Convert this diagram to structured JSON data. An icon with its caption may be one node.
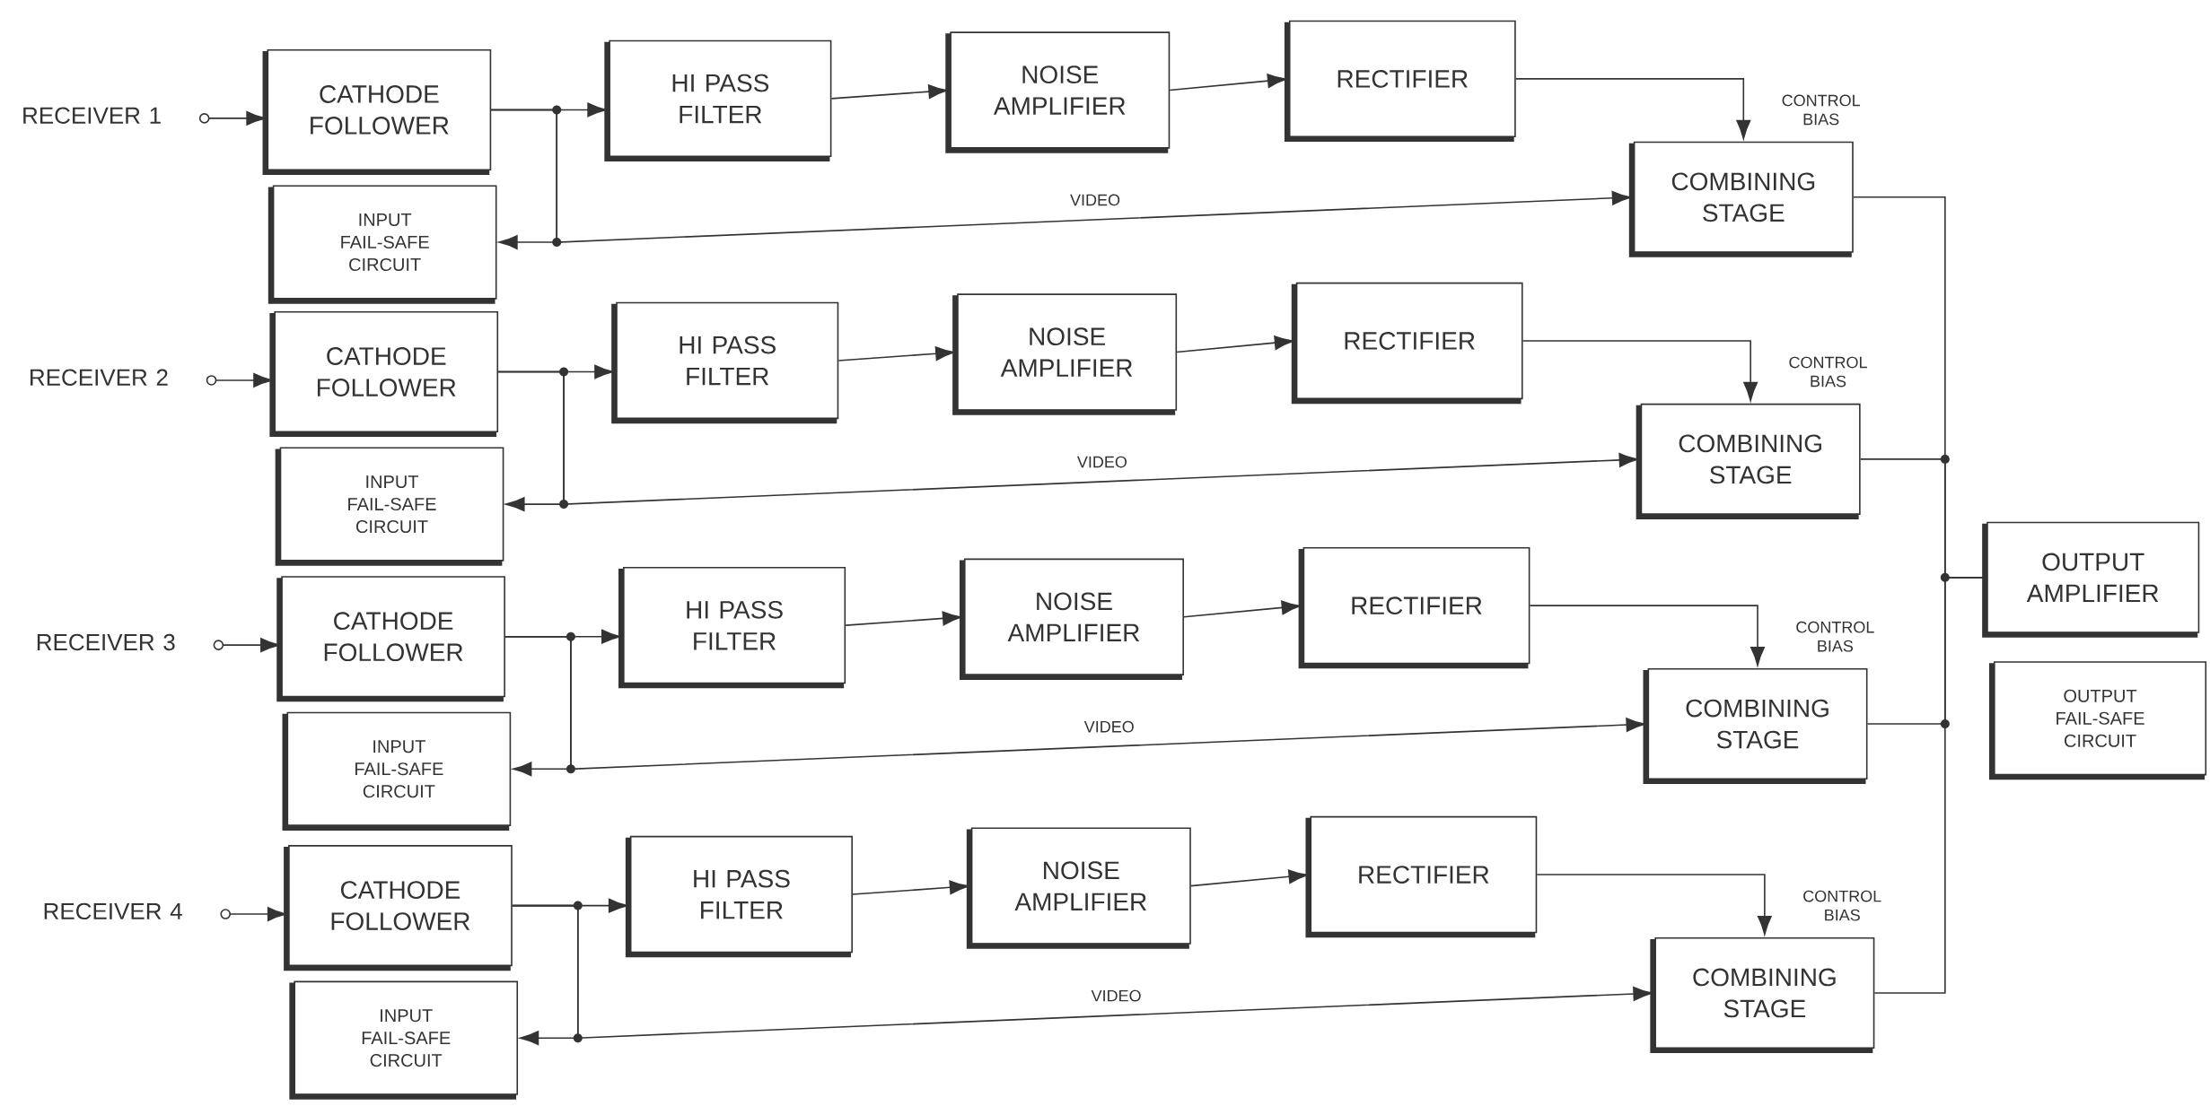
{
  "diagram": {
    "nodes": [
      {
        "text": [
          "RECEIVER 1"
        ]
      },
      {
        "text": [
          "CATHODE FOLLOWER"
        ]
      },
      {
        "text": [
          "HI PASS FILTER"
        ]
      },
      {
        "text": [
          "NOISE AMPLIFIER"
        ]
      },
      {
        "text": [
          "RECTIFIER"
        ]
      },
      {
        "text": [
          "COMBINING STAGE"
        ]
      },
      {
        "text": [
          "INPUT FAIL-SAFE CIRCUIT"
        ]
      },
      {
        "text": [
          "RECEIVER 2"
        ]
      },
      {
        "text": [
          "CATHODE FOLLOWER"
        ]
      },
      {
        "text": [
          "HI PASS FILTER"
        ]
      },
      {
        "text": [
          "NOISE AMPLIFIER"
        ]
      },
      {
        "text": [
          "RECTIFIER"
        ]
      },
      {
        "text": [
          "COMBINING STAGE"
        ]
      },
      {
        "text": [
          "INPUT FAIL-SAFE CIRCUIT"
        ]
      },
      {
        "text": [
          "RECEIVER 3"
        ]
      },
      {
        "text": [
          "CATHODE FOLLOWER"
        ]
      },
      {
        "text": [
          "HI PASS FILTER"
        ]
      },
      {
        "text": [
          "NOISE AMPLIFIER"
        ]
      },
      {
        "text": [
          "RECTIFIER"
        ]
      },
      {
        "text": [
          "COMBINING STAGE"
        ]
      },
      {
        "text": [
          "INPUT FAIL-SAFE CIRCUIT"
        ]
      },
      {
        "text": [
          "RECEIVER 4"
        ]
      },
      {
        "text": [
          "CATHODE FOLLOWER"
        ]
      },
      {
        "text": [
          "HI PASS FILTER"
        ]
      },
      {
        "text": [
          "NOISE AMPLIFIER"
        ]
      },
      {
        "text": [
          "RECTIFIER"
        ]
      },
      {
        "text": [
          "COMBINING STAGE"
        ]
      },
      {
        "text": [
          "INPUT FAIL-SAFE CIRCUIT"
        ]
      },
      {
        "text": [
          "OUTPUT AMPLIFIER"
        ]
      },
      {
        "text": [
          "OUTPUT FAIL-SAFE CIRCUIT"
        ]
      }
    ],
    "edges": [
      {
        "from": 0,
        "to": 1,
        "arrow": "to"
      },
      {
        "from": 1,
        "to": 2,
        "arrow": "to"
      },
      {
        "from": 1,
        "to": 6,
        "arrow": "to"
      },
      {
        "from": 1,
        "to": 5,
        "arrow": "to",
        "label": "VIDEO"
      },
      {
        "from": 2,
        "to": 3,
        "arrow": "to"
      },
      {
        "from": 3,
        "to": 4,
        "arrow": "to"
      },
      {
        "from": 4,
        "to": 5,
        "arrow": "to",
        "label": "CONTROL BIAS"
      },
      {
        "from": 5,
        "to": 28,
        "arrow": "none"
      },
      {
        "from": 7,
        "to": 8,
        "arrow": "to"
      },
      {
        "from": 8,
        "to": 9,
        "arrow": "to"
      },
      {
        "from": 8,
        "to": 13,
        "arrow": "to"
      },
      {
        "from": 8,
        "to": 12,
        "arrow": "to",
        "label": "VIDEO"
      },
      {
        "from": 9,
        "to": 10,
        "arrow": "to"
      },
      {
        "from": 10,
        "to": 11,
        "arrow": "to"
      },
      {
        "from": 11,
        "to": 12,
        "arrow": "to",
        "label": "CONTROL BIAS"
      },
      {
        "from": 12,
        "to": 28,
        "arrow": "none"
      },
      {
        "from": 14,
        "to": 15,
        "arrow": "to"
      },
      {
        "from": 15,
        "to": 16,
        "arrow": "to"
      },
      {
        "from": 15,
        "to": 20,
        "arrow": "to"
      },
      {
        "from": 15,
        "to": 19,
        "arrow": "to",
        "label": "VIDEO"
      },
      {
        "from": 16,
        "to": 17,
        "arrow": "to"
      },
      {
        "from": 17,
        "to": 18,
        "arrow": "to"
      },
      {
        "from": 18,
        "to": 19,
        "arrow": "to",
        "label": "CONTROL BIAS"
      },
      {
        "from": 19,
        "to": 28,
        "arrow": "none"
      },
      {
        "from": 21,
        "to": 22,
        "arrow": "to"
      },
      {
        "from": 22,
        "to": 23,
        "arrow": "to"
      },
      {
        "from": 22,
        "to": 27,
        "arrow": "to"
      },
      {
        "from": 22,
        "to": 26,
        "arrow": "to",
        "label": "VIDEO"
      },
      {
        "from": 23,
        "to": 24,
        "arrow": "to"
      },
      {
        "from": 24,
        "to": 25,
        "arrow": "to"
      },
      {
        "from": 25,
        "to": 26,
        "arrow": "to",
        "label": "CONTROL BIAS"
      },
      {
        "from": 26,
        "to": 28,
        "arrow": "none"
      }
    ]
  }
}
